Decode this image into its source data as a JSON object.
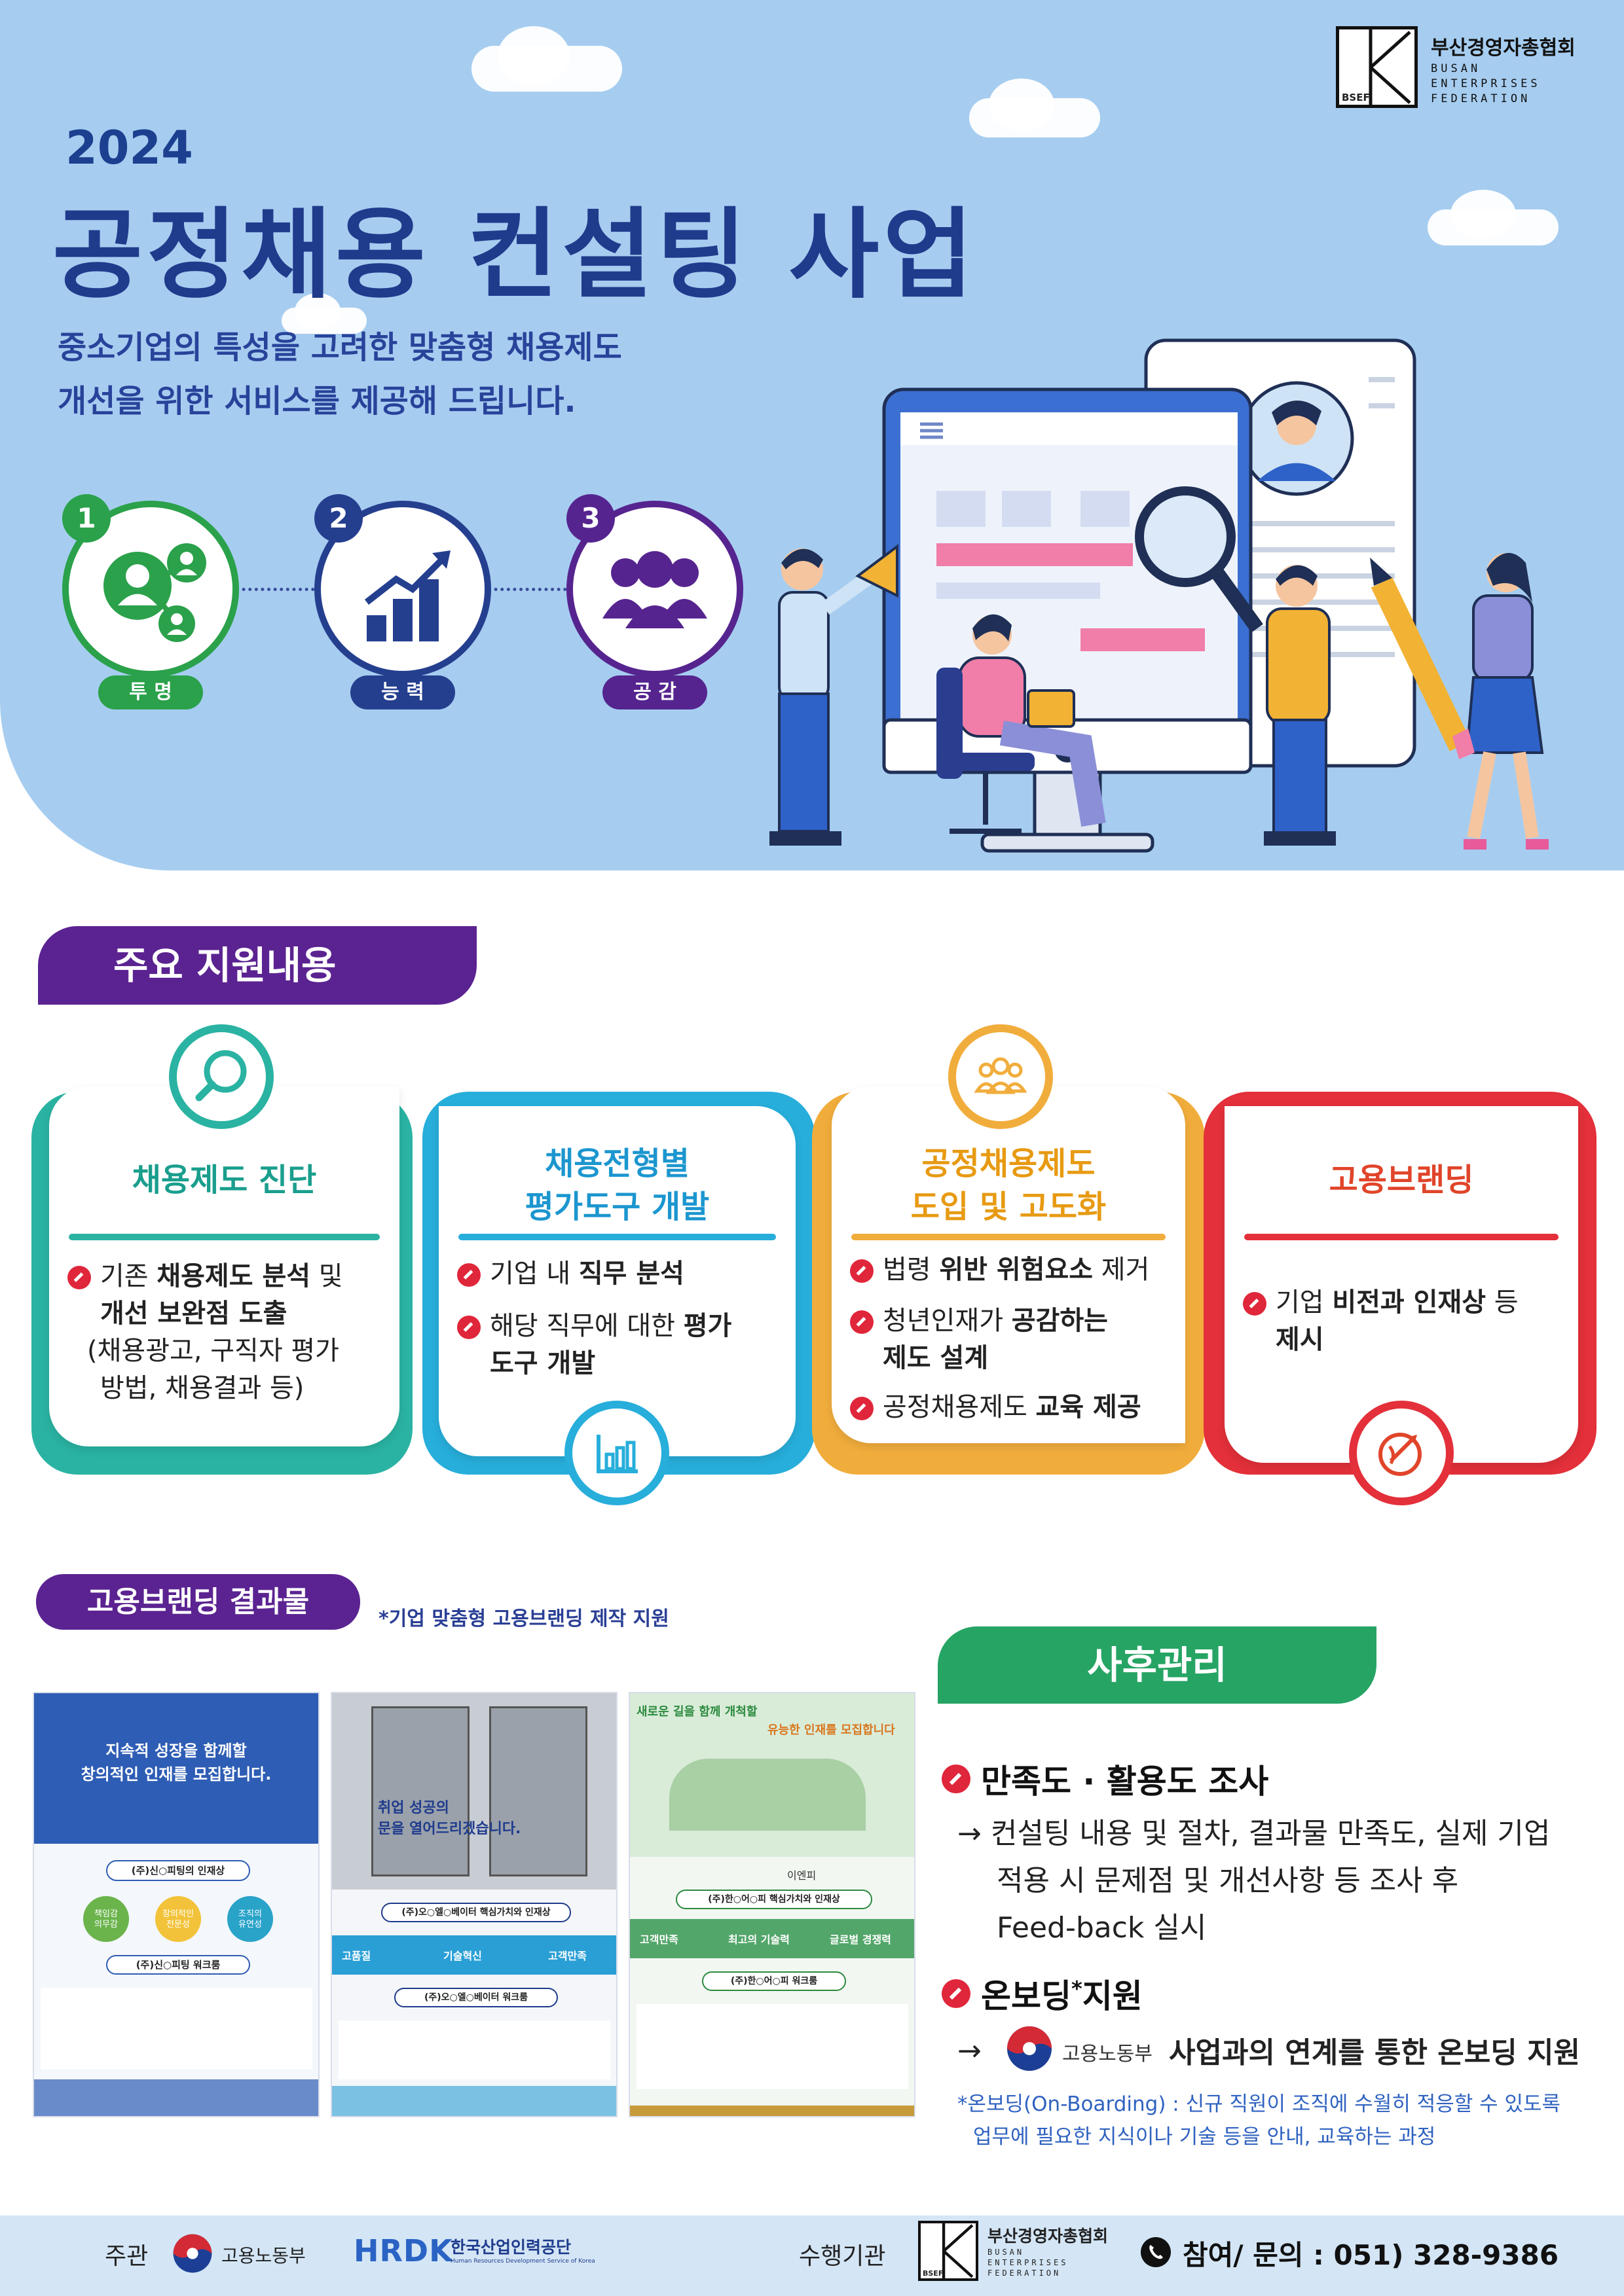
{
  "org": {
    "name_kr": "부산경영자총협회",
    "name_en": [
      "BUSAN",
      "ENTERPRISES",
      "FEDERATION"
    ],
    "abbr": "BSEF"
  },
  "hero": {
    "year": "2024",
    "title": "공정채용 컨설팅 사업",
    "subtitle_lines": [
      "중소기업의 특성을 고려한 맞춤형 채용제도",
      "개선을 위한 서비스를 제공해 드립니다."
    ],
    "steps": [
      {
        "num": "1",
        "label": "투 명",
        "color": "#2aa14a",
        "icon": "network-people-icon"
      },
      {
        "num": "2",
        "label": "능 력",
        "color": "#253f8f",
        "icon": "growth-chart-icon"
      },
      {
        "num": "3",
        "label": "공 감",
        "color": "#56248f",
        "icon": "group-people-icon"
      }
    ]
  },
  "support": {
    "tag": "주요 지원내용",
    "cards": [
      {
        "title_lines": [
          "채용제도 진단"
        ],
        "color": "#2ab3a2",
        "title_color": "#1a9e8d",
        "bullets": [
          {
            "parts": [
              [
                "기존 ",
                false
              ],
              [
                "채용제도 분석",
                true
              ],
              [
                " 및",
                false
              ]
            ],
            "cont": [
              [
                [
                  "개선 보완점 도출",
                  true
                ]
              ]
            ],
            "extra": [
              "(채용광고, 구직자 평가",
              "방법, 채용결과 등)"
            ]
          }
        ]
      },
      {
        "title_lines": [
          "채용전형별",
          "평가도구 개발"
        ],
        "color": "#27aedb",
        "title_color": "#1c96cf",
        "bullets": [
          {
            "parts": [
              [
                "기업 내 ",
                false
              ],
              [
                "직무 분석",
                true
              ]
            ],
            "cont": []
          },
          {
            "parts": [
              [
                "해당 직무에 대한 ",
                false
              ],
              [
                "평가",
                true
              ]
            ],
            "cont": [
              [
                [
                  "도구 개발",
                  true
                ]
              ]
            ]
          }
        ]
      },
      {
        "title_lines": [
          "공정채용제도",
          "도입 및 고도화"
        ],
        "color": "#f1ad3c",
        "title_color": "#e79a12",
        "bullets": [
          {
            "parts": [
              [
                "법령 ",
                false
              ],
              [
                "위반 위험요소",
                true
              ],
              [
                " 제거",
                false
              ]
            ],
            "cont": []
          },
          {
            "parts": [
              [
                "청년인재가 ",
                false
              ],
              [
                "공감하는",
                true
              ]
            ],
            "cont": [
              [
                [
                  "제도 설계",
                  true
                ]
              ]
            ]
          },
          {
            "parts": [
              [
                "공정채용제도 ",
                false
              ],
              [
                "교육 제공",
                true
              ]
            ],
            "cont": []
          }
        ]
      },
      {
        "title_lines": [
          "고용브랜딩"
        ],
        "color": "#e3303a",
        "title_color": "#e0452a",
        "bullets": [
          {
            "parts": [
              [
                "기업 ",
                false
              ],
              [
                "비전과 인재상",
                true
              ],
              [
                " 등",
                false
              ]
            ],
            "cont": [
              [
                [
                  "제시",
                  true
                ]
              ]
            ]
          }
        ]
      }
    ]
  },
  "branding": {
    "tag": "고용브랜딩 결과물",
    "note": "*기업 맞춤형 고용브랜딩 제작 지원",
    "thumbs": [
      {
        "headline": [
          "지속적 성장을 함께할",
          "창의적인 인재를 모집합니다."
        ],
        "company": "(주)신○피팅의 인재상",
        "values": [
          "책임감",
          "창의적인",
          "조직의"
        ],
        "values2": [
          "의무감",
          "전문성",
          "유연성"
        ],
        "work": "(주)신○피팅 워크룸"
      },
      {
        "headline": [
          "취업 성공의",
          "문을 열어드리겠습니다."
        ],
        "company": "(주)오○엘○베이터 핵심가치와 인재상",
        "values": [
          "고품질",
          "기술혁신",
          "고객만족"
        ],
        "work": "(주)오○엘○베이터 워크룸"
      },
      {
        "headline": [
          "새로운 길을 함께 개척할",
          "유능한 인재를 모집합니다"
        ],
        "brand": "이엔피",
        "company": "(주)한○어○피 핵심가치와 인재상",
        "values": [
          "고객만족",
          "최고의 기술력",
          "글로벌 경쟁력"
        ],
        "work": "(주)한○어○피 워크룸"
      }
    ]
  },
  "aftercare": {
    "tag": "사후관리",
    "item1_title": "만족도 · 활용도 조사",
    "item1_lines": [
      "→ 컨설팅 내용 및 절차, 결과물 만족도,  실제 기업",
      "적용 시 문제점 및 개선사항 등 조사 후",
      "Feed-back 실시"
    ],
    "item2_title": "온보딩",
    "item2_star": "*",
    "item2_title_suffix": "지원",
    "item2_arrow": "→",
    "ministry": "고용노동부",
    "item2_text_a": "사업과의 ",
    "item2_text_b": "연계",
    "item2_text_c": "를 통한 ",
    "item2_text_d": "온보딩 지원",
    "footnote_lines": [
      "*온보딩(On-Boarding) : 신규 직원이 조직에 수월히 적응할 수 있도록",
      "업무에 필요한 지식이나 기술 등을 안내, 교육하는 과정"
    ]
  },
  "footer": {
    "host_label": "주관",
    "ministry": "고용노동부",
    "hrdk": "HRDK",
    "hrdk_kr": "한국산업인력공단",
    "hrdk_en": "Human Resources Development Service of Korea",
    "operator_label": "수행기관",
    "contact": "참여/ 문의 : 051) 328-9386"
  },
  "colors": {
    "hero_bg": "#a6cdf0",
    "navy": "#1f3b8c",
    "purple": "#5b2391",
    "green": "#26a464",
    "red": "#e0263a"
  }
}
